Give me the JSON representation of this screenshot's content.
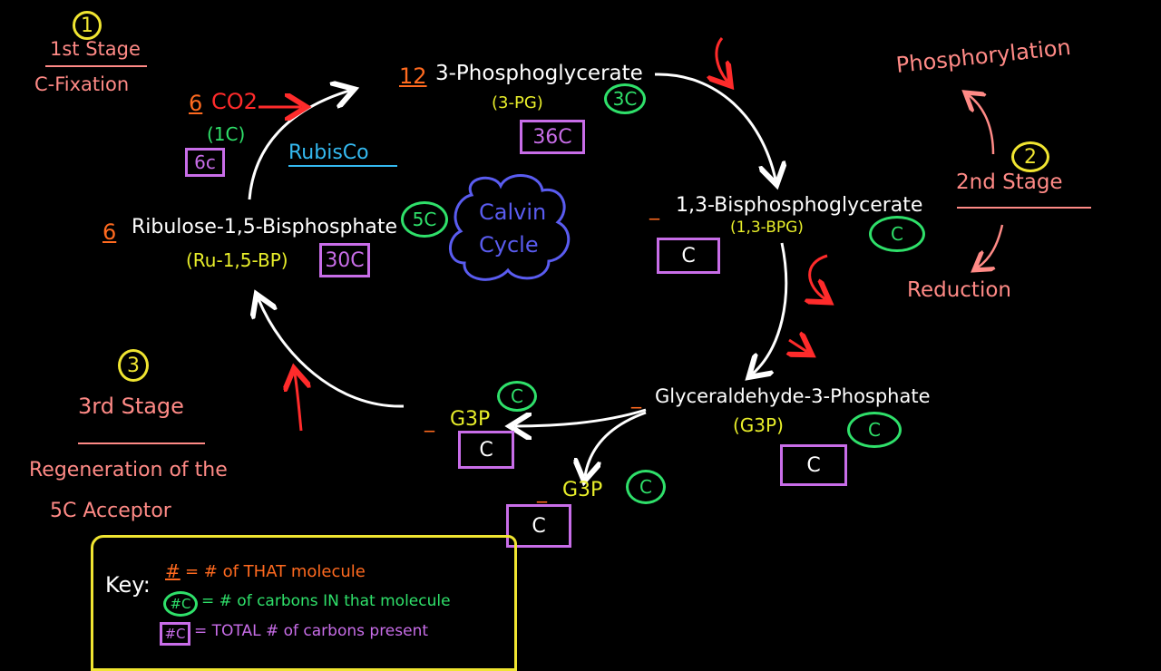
{
  "stage1": {
    "number": "1",
    "title": "1st Stage",
    "subtitle": "C-Fixation"
  },
  "stage2": {
    "number": "2",
    "title": "2nd Stage",
    "up_label": "Phosphorylation",
    "down_label": "Reduction"
  },
  "stage3": {
    "number": "3",
    "title": "3rd Stage",
    "desc_line1": "Regeneration of the",
    "desc_line2": "5C Acceptor"
  },
  "co2": {
    "count": "6",
    "name": "CO2",
    "carbon_circle": "(1C)",
    "total": "6c"
  },
  "enzyme": "RubisCo",
  "pg3": {
    "count": "12",
    "name": "3-Phosphoglycerate",
    "abbr": "(3-PG)",
    "carbon_circle": "3C",
    "total": "36C"
  },
  "bpg": {
    "count": "_",
    "name": "1,3-Bisphosphoglycerate",
    "abbr": "(1,3-BPG)",
    "carbon_circle": "C",
    "total": "C"
  },
  "g3p_main": {
    "count": "_",
    "name": "Glyceraldehyde-3-Phosphate",
    "abbr": "(G3P)",
    "carbon_circle": "C",
    "total": "C"
  },
  "g3p_left": {
    "count": "_",
    "name": "G3P",
    "carbon_circle": "C",
    "total": "C"
  },
  "g3p_down": {
    "count": "_",
    "name": "G3P",
    "carbon_circle": "C",
    "total": "C"
  },
  "rubp": {
    "count": "6",
    "name": "Ribulose-1,5-Bisphosphate",
    "abbr": "(Ru-1,5-BP)",
    "carbon_circle": "5C",
    "total": "30C"
  },
  "cycle_label": {
    "line1": "Calvin",
    "line2": "Cycle"
  },
  "key": {
    "title": "Key:",
    "row1_symbol": "#",
    "row1_text": "= # of THAT molecule",
    "row2_symbol": "#C",
    "row2_text": "= # of carbons IN that molecule",
    "row3_symbol": "#C",
    "row3_text": "= TOTAL # of carbons present"
  },
  "colors": {
    "arrow": "#ffffff",
    "red_arrow": "#ff2b2b",
    "green": "#2fe06a",
    "purple": "#c86de8",
    "yellow": "#f0e531",
    "orange": "#ff6a1f",
    "pink": "#ff8a86",
    "blue": "#34b9f0"
  }
}
